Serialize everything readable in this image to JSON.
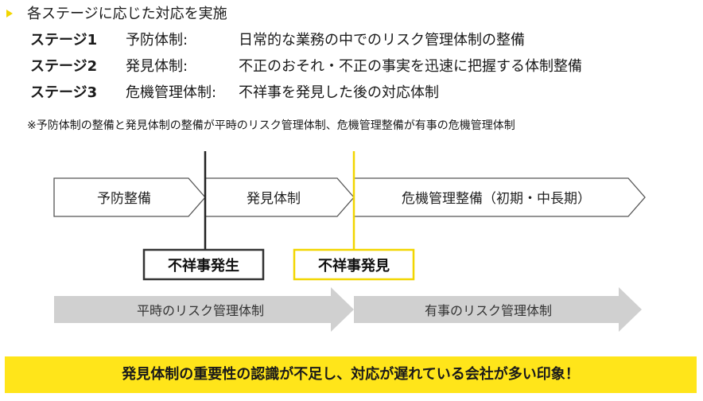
{
  "header": {
    "title": "各ステージに応じた対応を実施"
  },
  "stages": [
    {
      "label": "ステージ1",
      "type": "予防体制:",
      "desc": "日常的な業務の中でのリスク管理体制の整備"
    },
    {
      "label": "ステージ2",
      "type": "発見体制:",
      "desc": "不正のおそれ・不正の事実を迅速に把握する体制整備"
    },
    {
      "label": "ステージ3",
      "type": "危機管理体制:",
      "desc": "不祥事を発見した後の対応体制"
    }
  ],
  "note": "※予防体制の整備と発見体制の整備が平時のリスク管理体制、危機管理整備が有事の危機管理体制",
  "flow": {
    "phases": [
      "予防整備",
      "発見体制",
      "危機管理整備（初期・中長期）"
    ],
    "events": [
      "不祥事発生",
      "不祥事発見"
    ],
    "periods": [
      "平時のリスク管理体制",
      "有事のリスク管理体制"
    ]
  },
  "colors": {
    "accent_yellow": "#f2d600",
    "banner_yellow": "#ffe51a",
    "period_gray": "#d0d0d0",
    "event_line_dark": "#222222",
    "text": "#1a1a1a"
  },
  "banner": {
    "text": "発見体制の重要性の認識が不足し、対応が遅れている会社が多い印象！"
  }
}
